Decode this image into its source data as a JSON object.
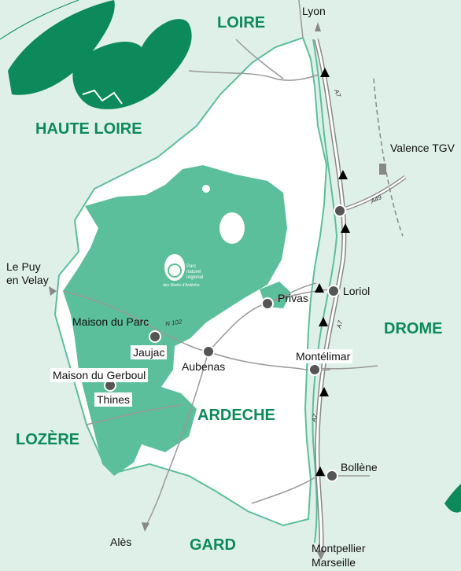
{
  "regions": {
    "loire": "LOIRE",
    "haute_loire": "HAUTE LOIRE",
    "drome": "DROME",
    "ardeche": "ARDECHE",
    "lozere": "LOZÈRE",
    "gard": "GARD"
  },
  "cities": {
    "lyon": "Lyon",
    "valence": "Valence TGV",
    "le_puy_line1": "Le Puy",
    "le_puy_line2": "en Velay",
    "privas": "Privas",
    "loriol": "Loriol",
    "maison_parc": "Maison du Parc",
    "jaujac": "Jaujac",
    "aubenas": "Aubenas",
    "montelimar": "Montélimar",
    "maison_gerboul": "Maison du Gerboul",
    "thines": "Thines",
    "bollene": "Bollène",
    "ales": "Alès",
    "montpellier": "Montpellier",
    "marseille": "Marseille"
  },
  "roads": {
    "n102": "N 102",
    "a7_north": "A7",
    "a7_mid": "A7",
    "a7_south": "A7",
    "a49": "A49"
  },
  "park_logo": {
    "line1": "Parc",
    "line2": "naturel",
    "line3": "régional",
    "line4": "des Monts d'Ardèche"
  },
  "colors": {
    "background": "#dff0e8",
    "park": "#5bbf9b",
    "region_label": "#0c8a5b",
    "dark_green": "#0c8a5b"
  }
}
